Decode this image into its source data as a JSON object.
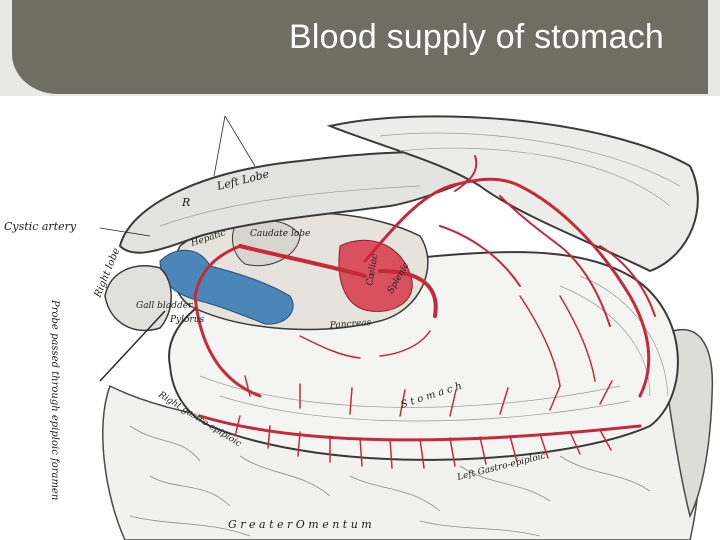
{
  "slide": {
    "title": "Blood supply of stomach"
  },
  "figure": {
    "labels": {
      "left_lobe": "Left Lobe",
      "r": "R",
      "cystic_artery": "Cystic artery",
      "right_lobe": "Right lobe",
      "hepatic": "Hepatic",
      "caudate_lobe": "Caudate lobe",
      "gall_bladder": "Gall bladder",
      "pylorus": "Pylorus",
      "probe": "Probe passed through epiploic foramen",
      "coeliac": "Cœliac",
      "splenic": "Splenic",
      "pancreas": "Pancreas",
      "stomach": "S t o m a c h",
      "right_gastroepiploic": "Right gastro-epiploic",
      "left_gastroepiploic": "Left Gastro-epiploic",
      "greater_omentum": "G r e a t e r   O m e n t u m"
    },
    "colors": {
      "artery": "#c42a3a",
      "vein": "#3f7fb3",
      "ink": "#2a2a2a"
    }
  }
}
